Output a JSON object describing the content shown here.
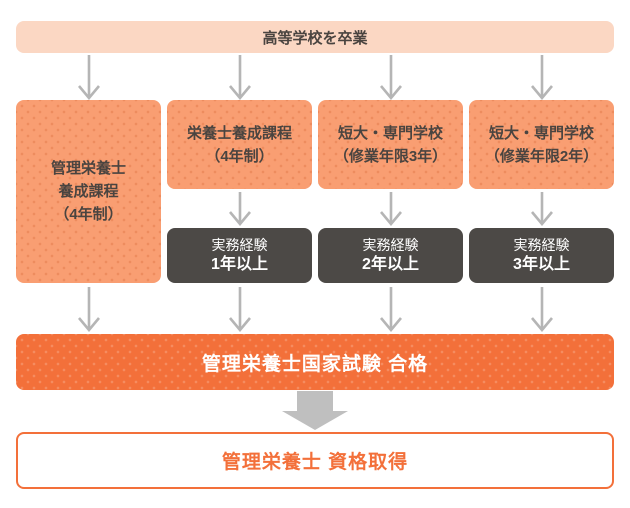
{
  "colors": {
    "banner_bg": "#fbd7c3",
    "pathway_orange": "#f99e72",
    "experience_dark": "#4c4946",
    "exam_orange": "#f3703a",
    "result_border": "#f3703a",
    "arrow_gray": "#b5b5b5",
    "block_arrow_gray": "#bfbfbf",
    "text_dark": "#4a4440",
    "text_white": "#ffffff"
  },
  "diagram": {
    "start": {
      "label": "高等学校を卒業"
    },
    "columns": [
      {
        "box": {
          "lines": [
            "管理栄養士",
            "養成課程",
            "（4年制）"
          ]
        }
      },
      {
        "box": {
          "lines": [
            "栄養士養成課程",
            "（4年制）"
          ]
        },
        "experience": {
          "lines": [
            "実務経験",
            "1年以上"
          ]
        }
      },
      {
        "box": {
          "lines": [
            "短大・専門学校",
            "（修業年限3年）"
          ]
        },
        "experience": {
          "lines": [
            "実務経験",
            "2年以上"
          ]
        }
      },
      {
        "box": {
          "lines": [
            "短大・専門学校",
            "（修業年限2年）"
          ]
        },
        "experience": {
          "lines": [
            "実務経験",
            "3年以上"
          ]
        }
      }
    ],
    "exam": {
      "label": "管理栄養士国家試験 合格"
    },
    "result": {
      "label": "管理栄養士 資格取得"
    }
  }
}
